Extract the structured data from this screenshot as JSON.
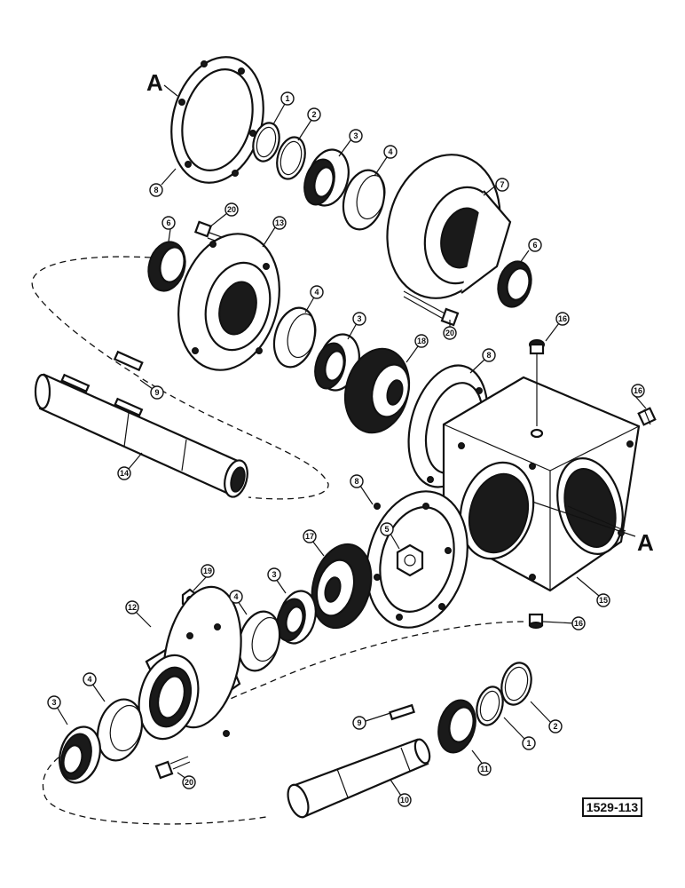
{
  "figure_number": "1529-113",
  "section_labels": [
    "A",
    "A"
  ],
  "callouts": [
    {
      "id": "c-8-top",
      "label": "8"
    },
    {
      "id": "c-1-top",
      "label": "1"
    },
    {
      "id": "c-2-top",
      "label": "2"
    },
    {
      "id": "c-3-top",
      "label": "3"
    },
    {
      "id": "c-4-top",
      "label": "4"
    },
    {
      "id": "c-7",
      "label": "7"
    },
    {
      "id": "c-6-left",
      "label": "6"
    },
    {
      "id": "c-20-top",
      "label": "20"
    },
    {
      "id": "c-13",
      "label": "13"
    },
    {
      "id": "c-6-right",
      "label": "6"
    },
    {
      "id": "c-4-mid",
      "label": "4"
    },
    {
      "id": "c-3-mid",
      "label": "3"
    },
    {
      "id": "c-20-mid",
      "label": "20"
    },
    {
      "id": "c-18",
      "label": "18"
    },
    {
      "id": "c-16-top",
      "label": "16"
    },
    {
      "id": "c-8-mid",
      "label": "8"
    },
    {
      "id": "c-16-right",
      "label": "16"
    },
    {
      "id": "c-9-top",
      "label": "9"
    },
    {
      "id": "c-14",
      "label": "14"
    },
    {
      "id": "c-8-low",
      "label": "8"
    },
    {
      "id": "c-5",
      "label": "5"
    },
    {
      "id": "c-17",
      "label": "17"
    },
    {
      "id": "c-15",
      "label": "15"
    },
    {
      "id": "c-19",
      "label": "19"
    },
    {
      "id": "c-3-low",
      "label": "3"
    },
    {
      "id": "c-12",
      "label": "12"
    },
    {
      "id": "c-4-low",
      "label": "4"
    },
    {
      "id": "c-16-bottom",
      "label": "16"
    },
    {
      "id": "c-4-bottom",
      "label": "4"
    },
    {
      "id": "c-3-bottom",
      "label": "3"
    },
    {
      "id": "c-2-bottom",
      "label": "2"
    },
    {
      "id": "c-1-bottom",
      "label": "1"
    },
    {
      "id": "c-9-bottom",
      "label": "9"
    },
    {
      "id": "c-11",
      "label": "11"
    },
    {
      "id": "c-20-bottom",
      "label": "20"
    },
    {
      "id": "c-10",
      "label": "10"
    }
  ]
}
